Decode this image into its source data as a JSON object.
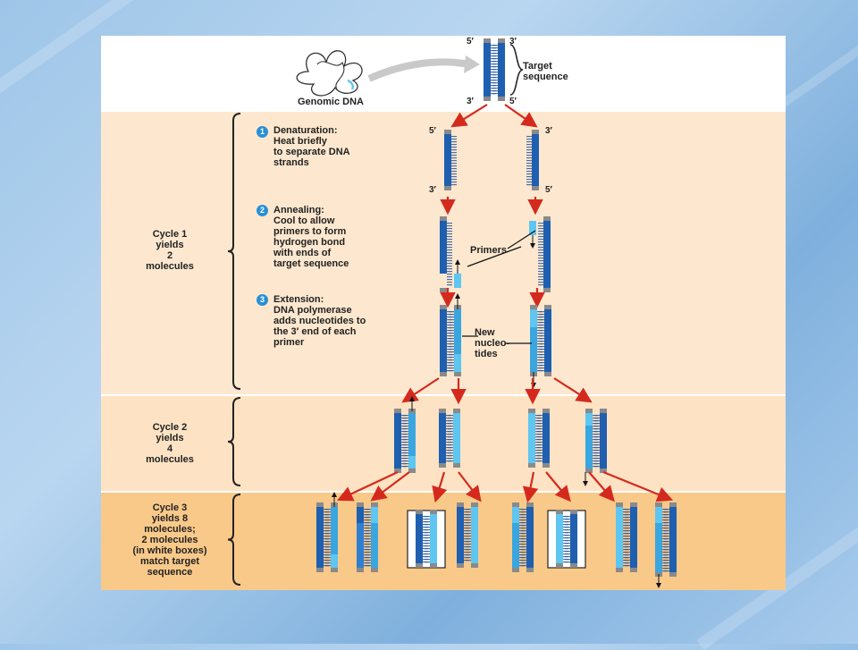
{
  "top": {
    "genomic_label": "Genomic DNA",
    "target_label": "Target\nsequence",
    "end_5_top": "5′",
    "end_3_top": "3′",
    "end_3_bottom": "3′",
    "end_5_bottom": "5′"
  },
  "steps": [
    {
      "num": "1",
      "text": "Denaturation:\nHeat briefly\nto separate DNA\nstrands"
    },
    {
      "num": "2",
      "text": "Annealing:\nCool to allow\nprimers to form\nhydrogen bond\nwith ends of\ntarget sequence"
    },
    {
      "num": "3",
      "text": "Extension:\nDNA polymerase\nadds nucleotides to\nthe 3′ end of each\nprimer"
    }
  ],
  "denat_ends": {
    "left_top": "5′",
    "right_top": "3′",
    "left_bottom": "3′",
    "right_bottom": "5′"
  },
  "primers_label": "Primers",
  "new_nucleotides_label": "New\nnucleo-\ntides",
  "cycles": [
    {
      "label": "Cycle 1\nyields\n2\nmolecules"
    },
    {
      "label": "Cycle 2\nyields\n4\nmolecules"
    },
    {
      "label": "Cycle 3\nyields 8\nmolecules;\n2 molecules\n(in white boxes)\nmatch target\nsequence"
    }
  ],
  "colors": {
    "dark_blue": "#1f5fb0",
    "light_blue": "#5ec6f0",
    "gray": "#8a8a8a",
    "arrow_red": "#d42a1e",
    "cycle1_bg": "#fde8cf",
    "cycle2_bg": "#fde3c4",
    "cycle3_bg": "#f9c98a"
  }
}
